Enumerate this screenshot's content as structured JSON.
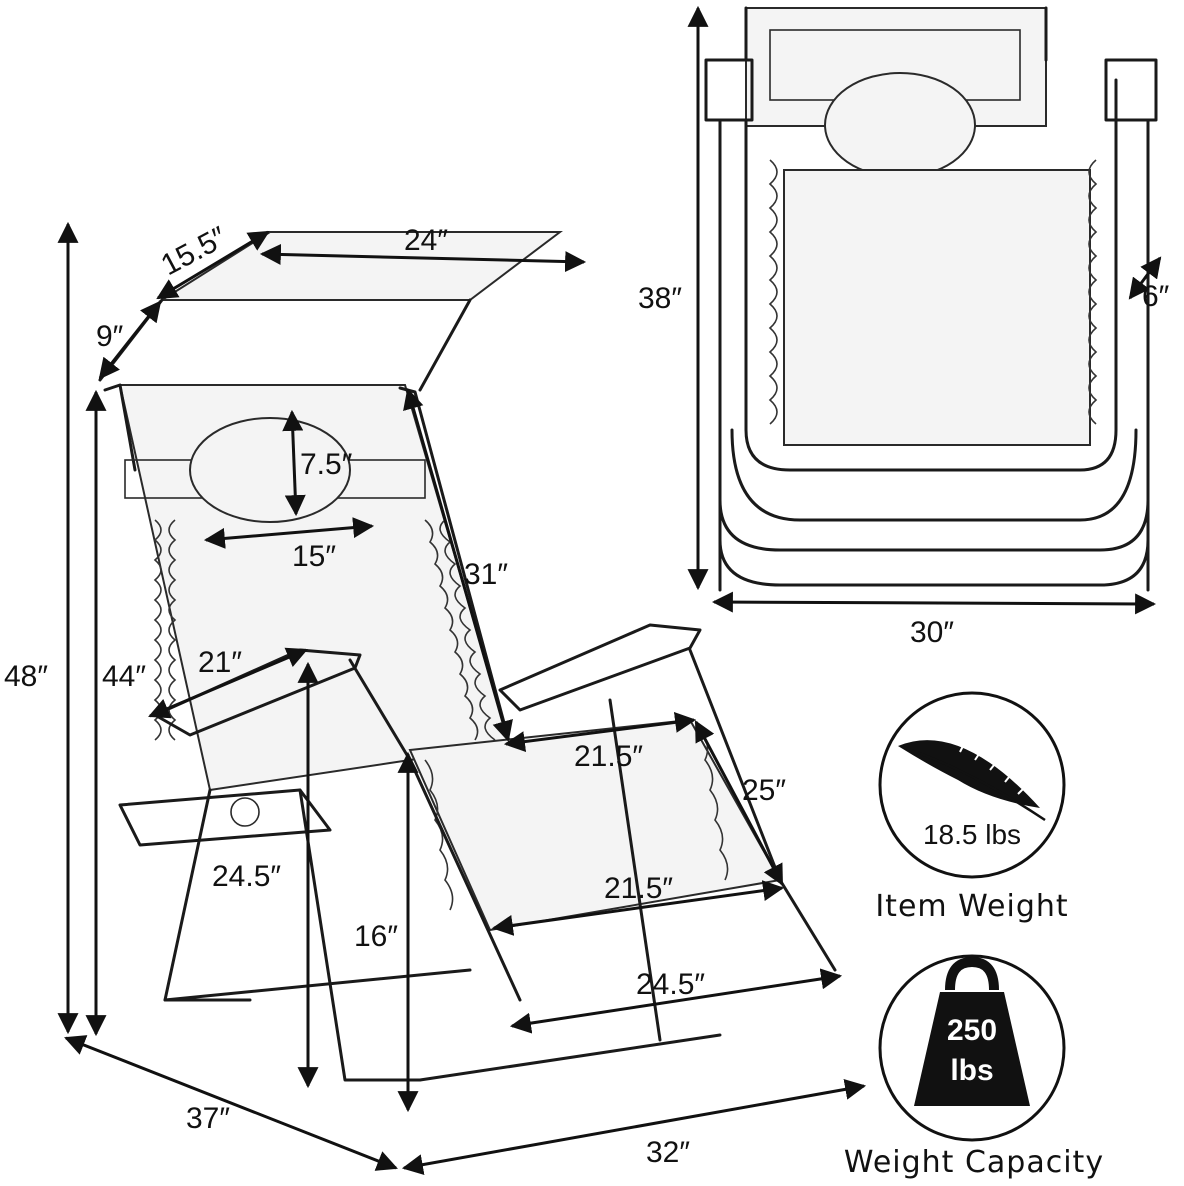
{
  "dimensions": {
    "canopy_width": "24″",
    "canopy_depth": "15.5″",
    "canopy_height": "9″",
    "pillow_height": "7.5″",
    "pillow_width": "15″",
    "backrest_length": "31″",
    "overall_height": "48″",
    "back_height": "44″",
    "armrest_length": "21″",
    "seat_width_top": "21.5″",
    "seat_depth": "25″",
    "tray_width": "24.5″",
    "seat_width_front": "21.5″",
    "seat_height": "16″",
    "footrest_width": "24.5″",
    "overall_depth": "37″",
    "overall_length": "32″",
    "folded_height": "38″",
    "folded_thickness": "6″",
    "folded_width": "30″"
  },
  "badges": {
    "item_weight_value": "18.5 lbs",
    "item_weight_caption": "Item Weight",
    "capacity_value": "250",
    "capacity_unit": "lbs",
    "capacity_caption": "Weight Capacity",
    "feather_icon": "feather-icon",
    "weight_icon": "kettlebell-weight-icon"
  }
}
